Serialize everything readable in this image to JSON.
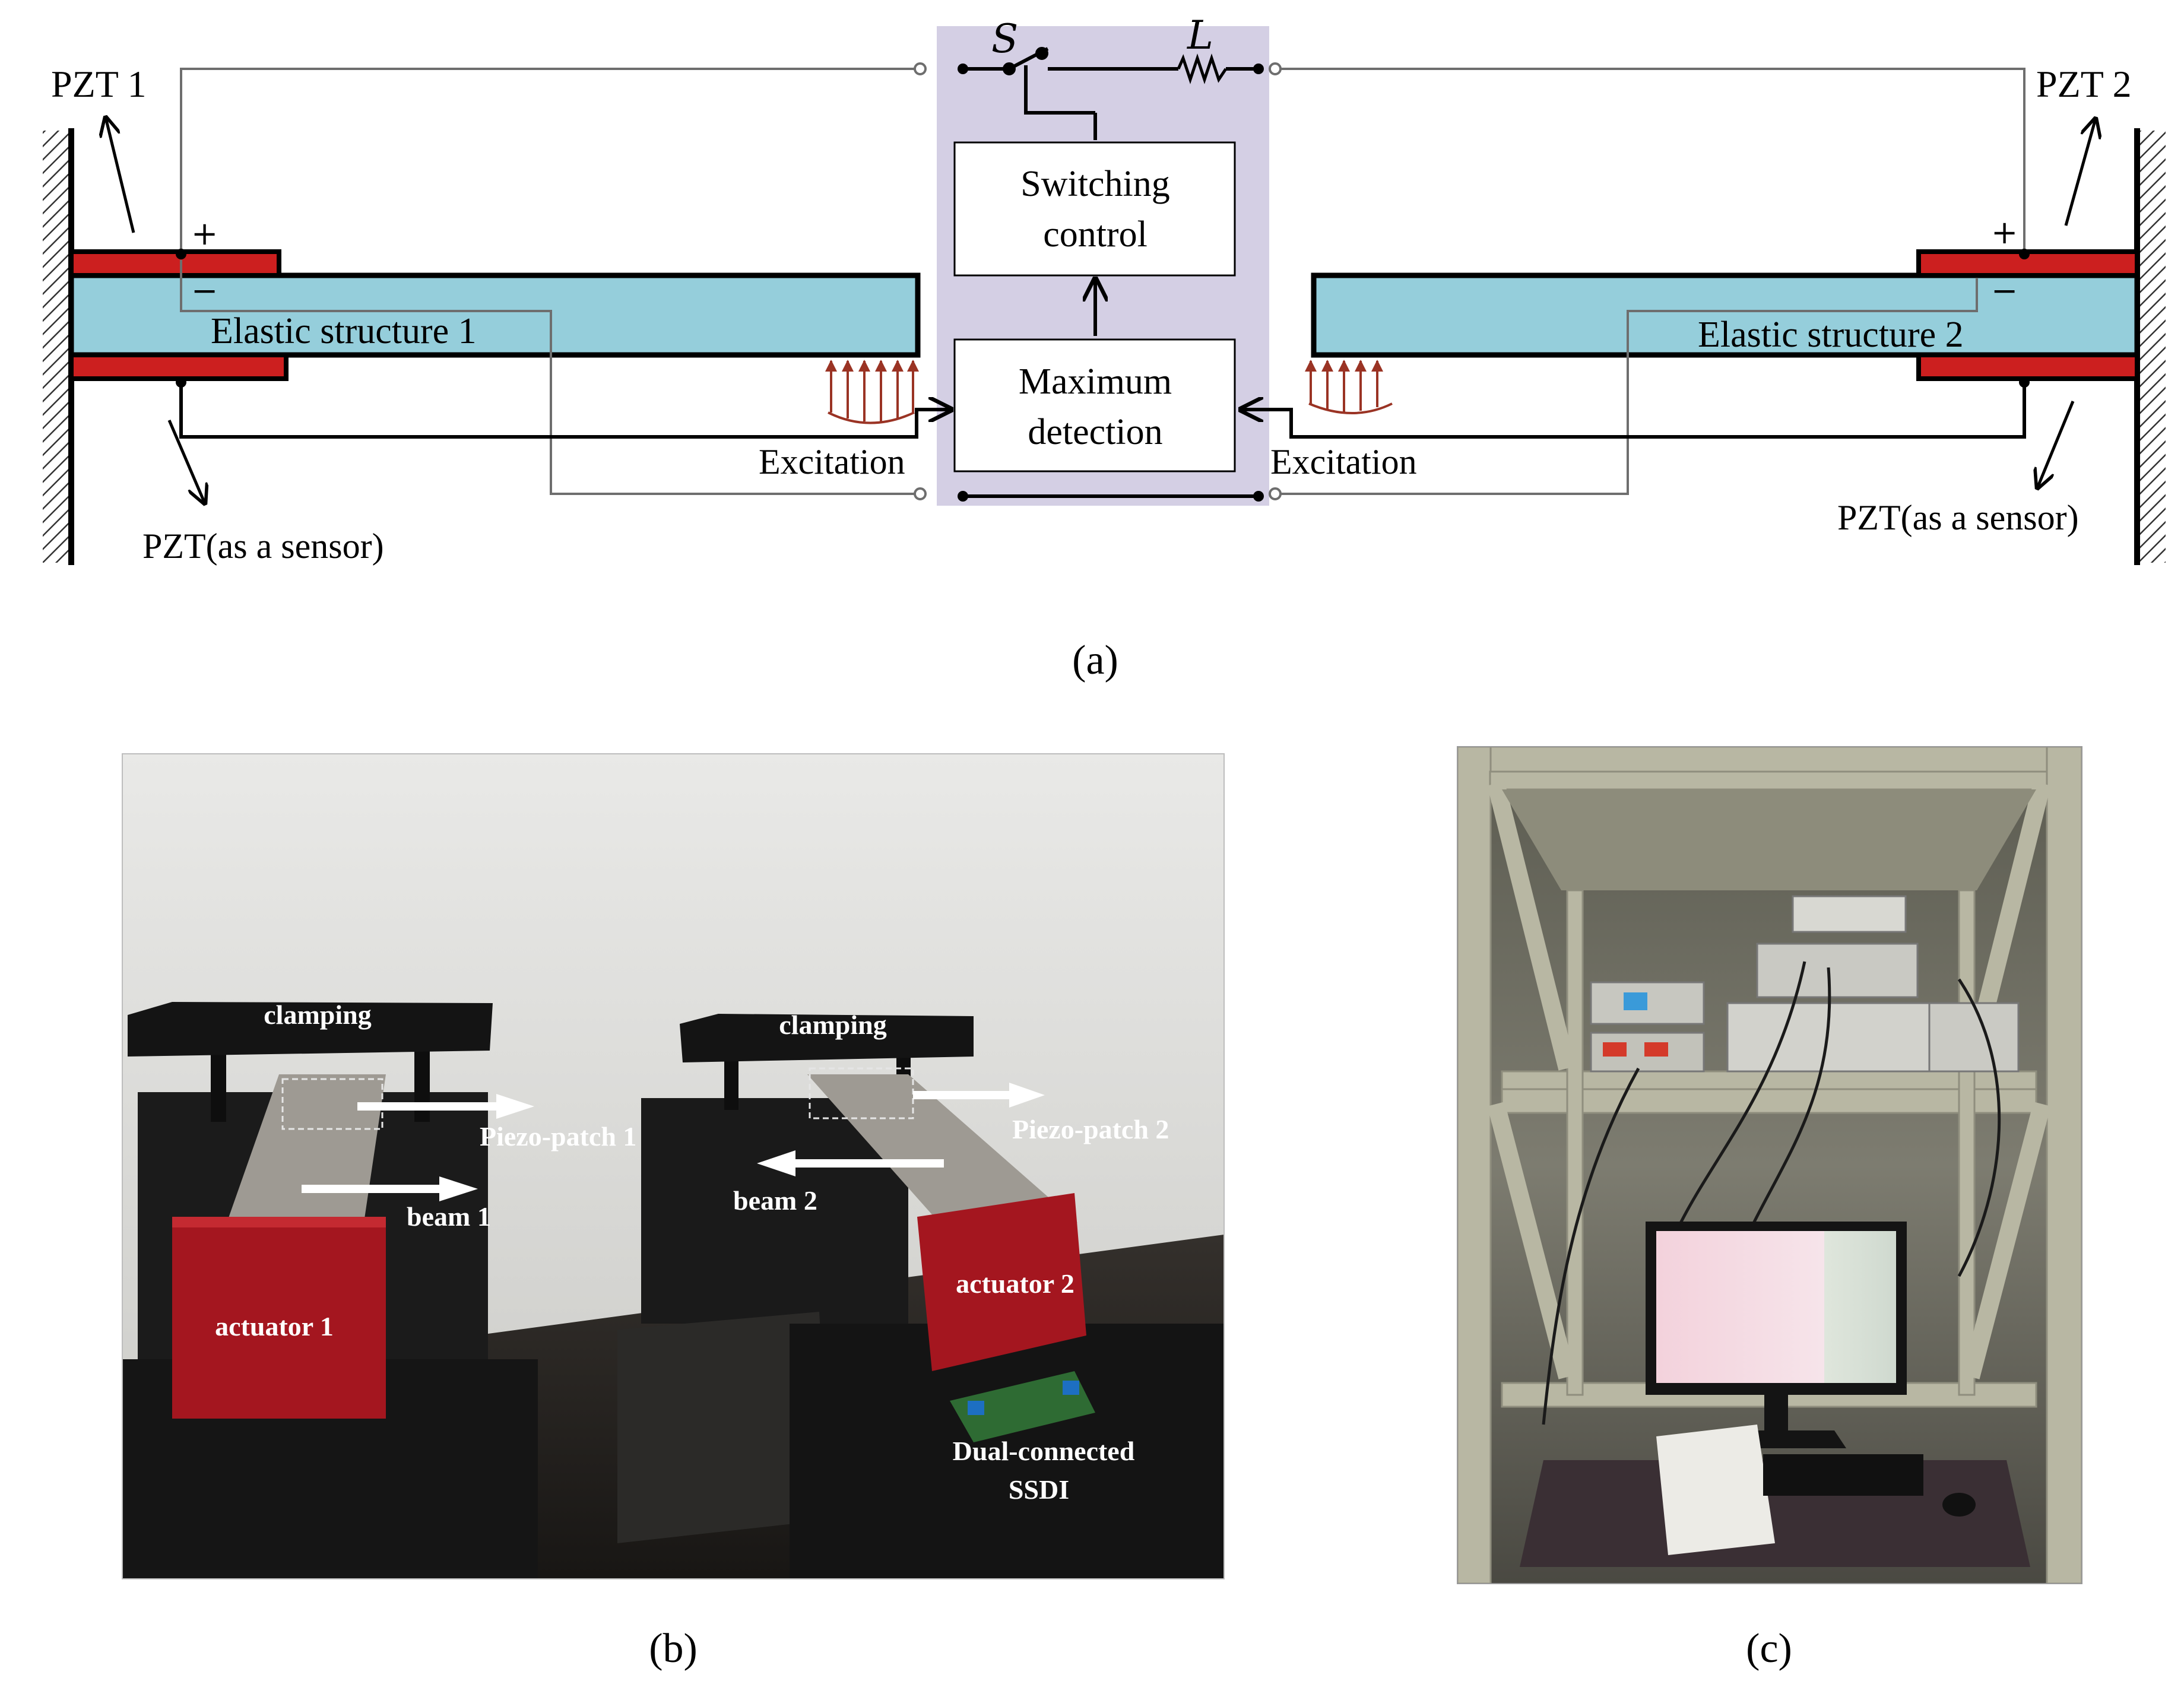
{
  "panel_a": {
    "caption": "(a)",
    "pzt1": "PZT 1",
    "pzt2": "PZT 2",
    "sensor1": "PZT(as a sensor)",
    "sensor2": "PZT(as a sensor)",
    "structure1": "Elastic structure 1",
    "structure2": "Elastic structure 2",
    "excitation1": "Excitation",
    "excitation2": "Excitation",
    "switching": [
      "Switching",
      "control"
    ],
    "maximum": [
      "Maximum",
      "detection"
    ],
    "switch_symbol": "S",
    "inductor_symbol": "L",
    "plus": "+",
    "minus": "−"
  },
  "panel_b": {
    "caption": "(b)",
    "labels": {
      "clamping1": "clamping",
      "clamping2": "clamping",
      "piezo1": "Piezo-patch 1",
      "piezo2": "Piezo-patch 2",
      "beam1": "beam 1",
      "beam2": "beam 2",
      "actuator1": "actuator 1",
      "actuator2": "actuator 2",
      "ssdi": [
        "Dual-connected",
        "SSDI"
      ]
    }
  },
  "panel_c": {
    "caption": "(c)"
  },
  "colors": {
    "beam": "#95cedb",
    "pzt": "#cc1f1f",
    "controller_bg": "#d4cfe4",
    "excitation": "#9a3324",
    "actuator": "#a4161f"
  }
}
